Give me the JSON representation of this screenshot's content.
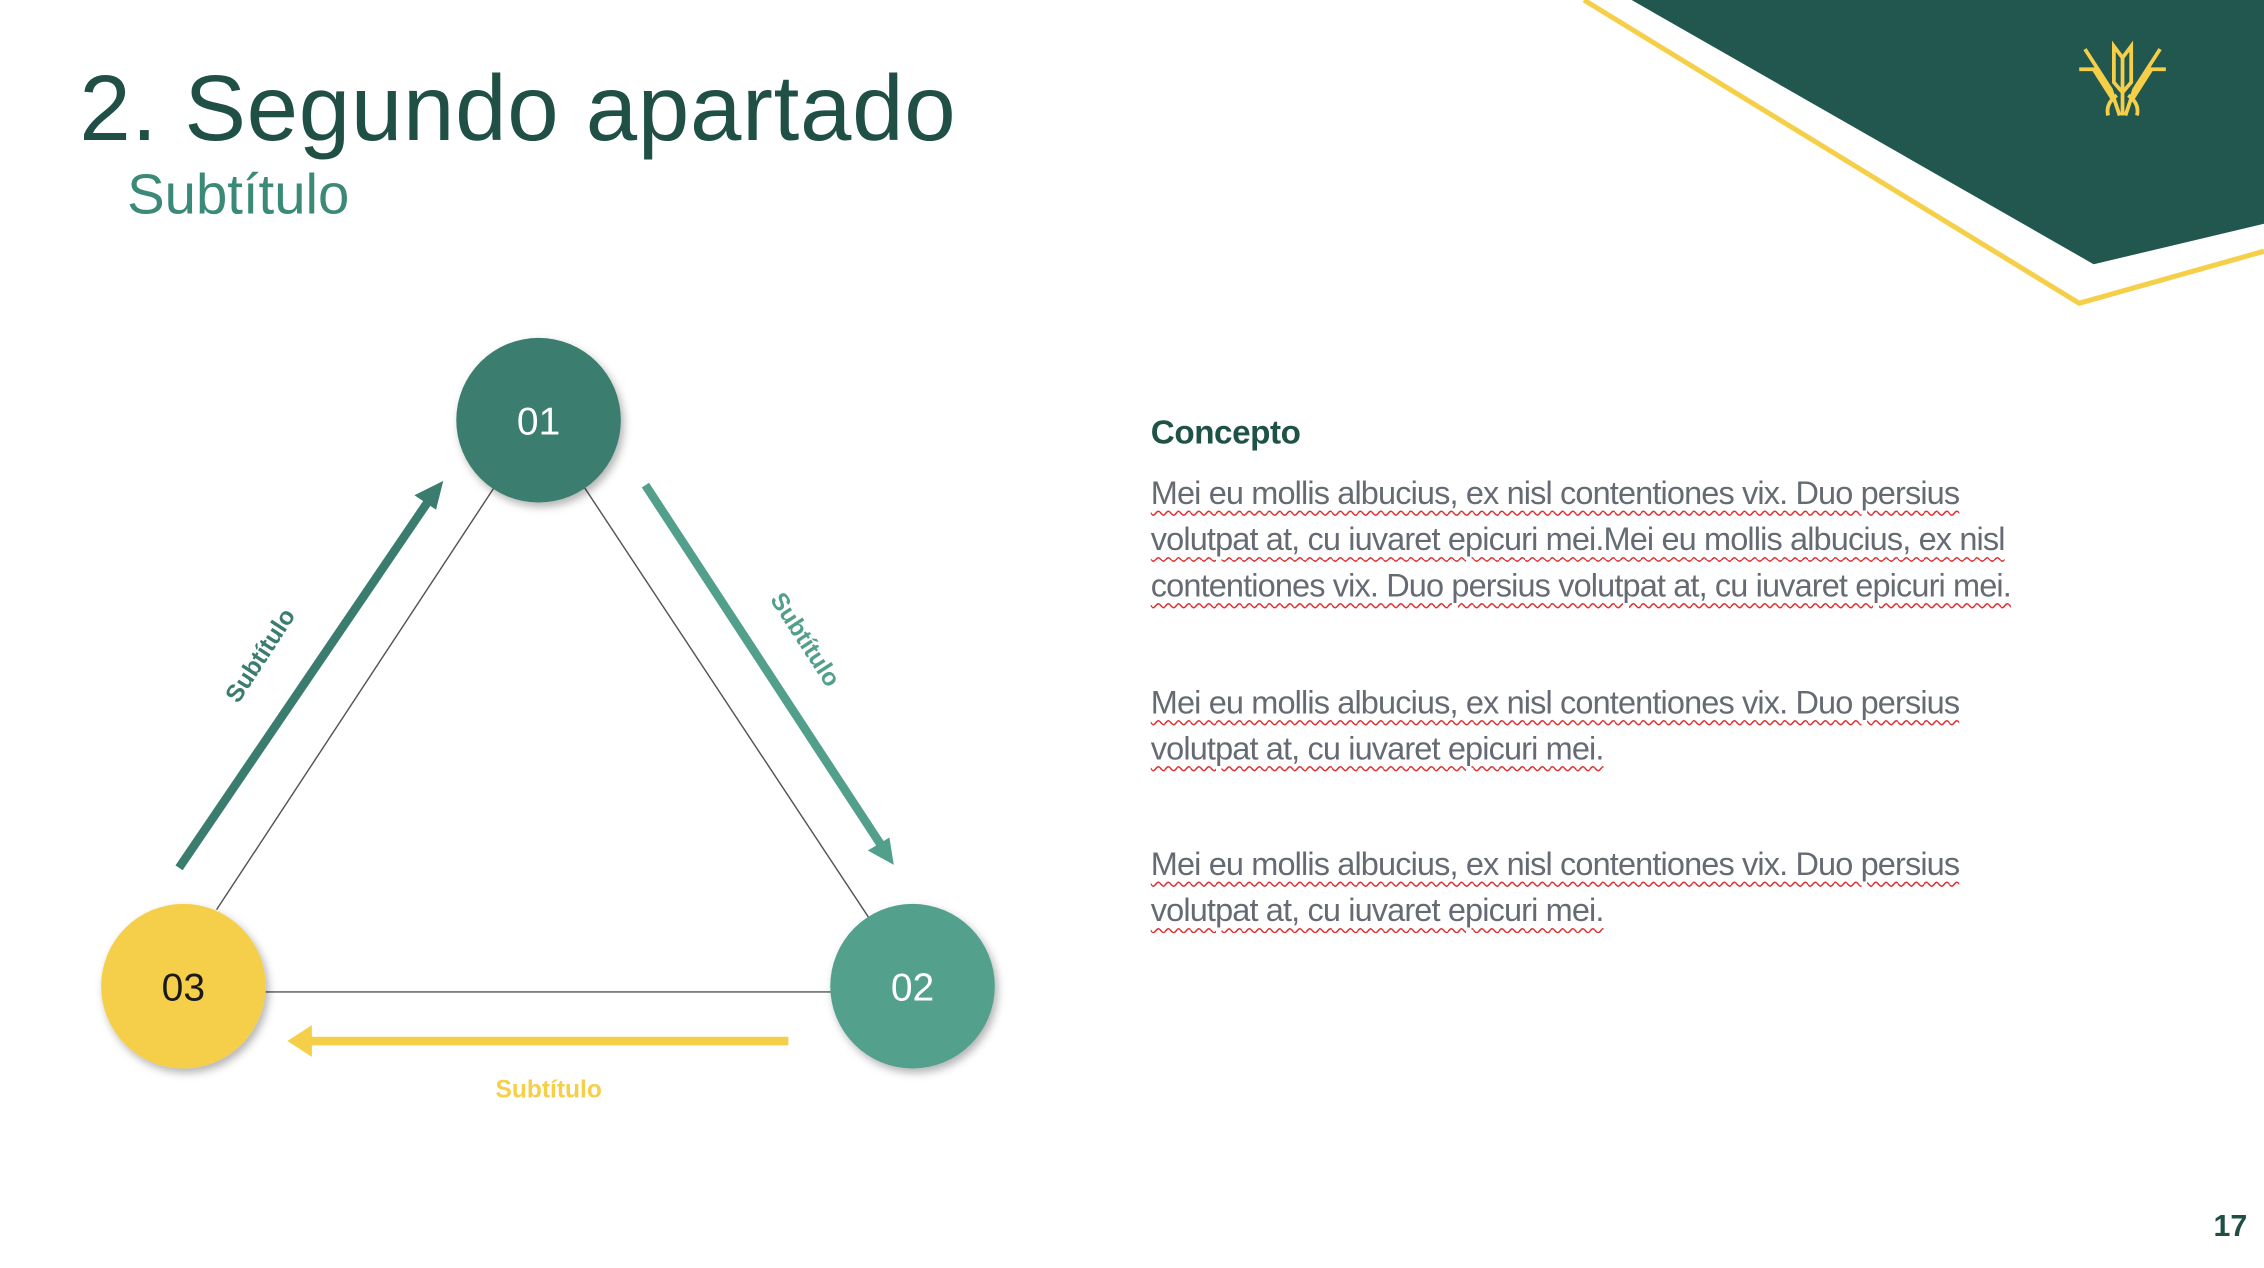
{
  "header": {
    "title": "2. Segundo apartado",
    "subtitle": "Subtítulo"
  },
  "colors": {
    "dark_green": "#22574f",
    "teal": "#3a7d6e",
    "light_teal": "#52a08c",
    "yellow": "#f5cf48",
    "text_gray": "#666b73"
  },
  "logo": {
    "icon": "wheat-logo-icon"
  },
  "diagram": {
    "nodes": [
      {
        "label": "01"
      },
      {
        "label": "02"
      },
      {
        "label": "03"
      }
    ],
    "arrow_labels": {
      "left": "Subtítulo",
      "right": "Subtítulo",
      "bottom": "Subtítulo"
    }
  },
  "content": {
    "heading": "Concepto",
    "paragraphs": [
      [
        "Mei eu mollis albucius, ex nisl contentiones vix. Duo persius",
        "volutpat at, cu iuvaret epicuri mei.Mei eu mollis albucius, ex nisl",
        "contentiones vix. Duo persius volutpat at, cu iuvaret epicuri mei."
      ],
      [
        "Mei eu mollis albucius, ex nisl contentiones vix. Duo persius",
        "volutpat at, cu iuvaret epicuri mei."
      ],
      [
        "Mei eu mollis albucius, ex nisl contentiones vix. Duo persius",
        "volutpat at, cu iuvaret epicuri mei."
      ]
    ]
  },
  "footer": {
    "page_number": "17"
  }
}
